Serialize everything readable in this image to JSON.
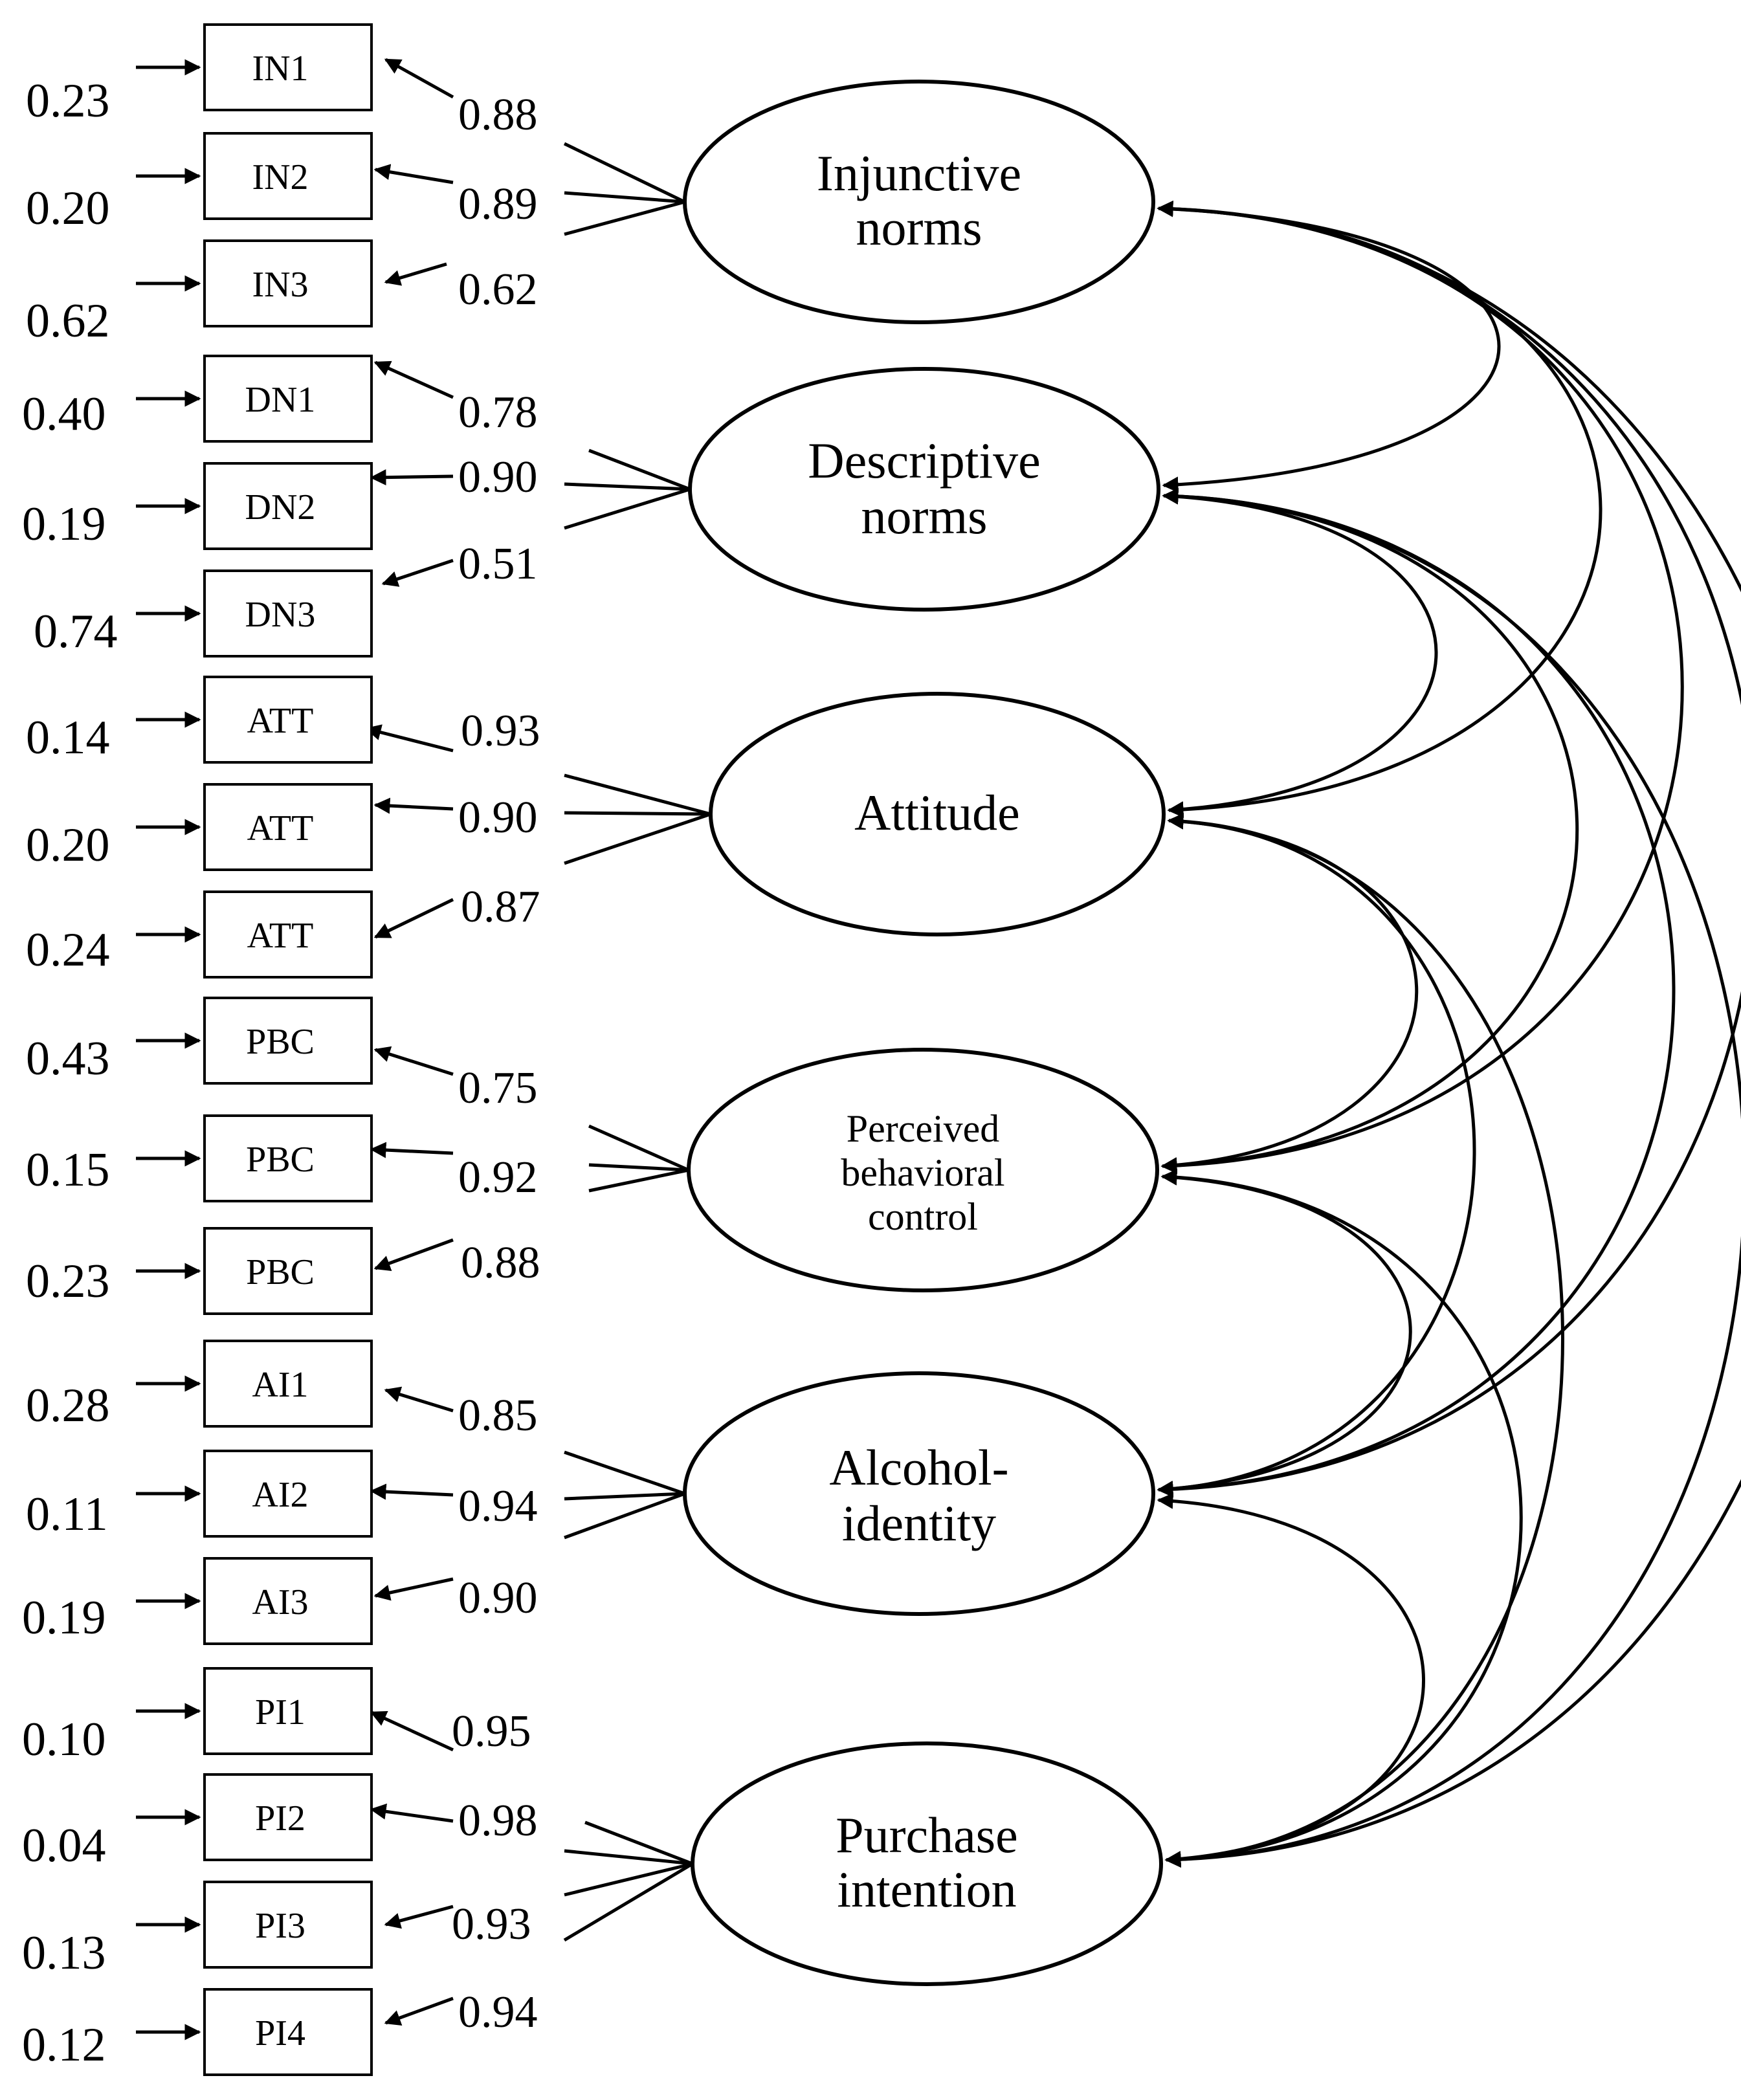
{
  "indicators": [
    {
      "label": "IN1",
      "error": "0.23",
      "loading": "0.88"
    },
    {
      "label": "IN2",
      "error": "0.20",
      "loading": "0.89"
    },
    {
      "label": "IN3",
      "error": "0.62",
      "loading": "0.62"
    },
    {
      "label": "DN1",
      "error": "0.40",
      "loading": "0.78"
    },
    {
      "label": "DN2",
      "error": "0.19",
      "loading": "0.90"
    },
    {
      "label": "DN3",
      "error": "0.74",
      "loading": "0.51"
    },
    {
      "label": "ATT",
      "error": "0.14",
      "loading": "0.93"
    },
    {
      "label": "ATT",
      "error": "0.20",
      "loading": "0.90"
    },
    {
      "label": "ATT",
      "error": "0.24",
      "loading": "0.87"
    },
    {
      "label": "PBC",
      "error": "0.43",
      "loading": "0.75"
    },
    {
      "label": "PBC",
      "error": "0.15",
      "loading": "0.92"
    },
    {
      "label": "PBC",
      "error": "0.23",
      "loading": "0.88"
    },
    {
      "label": "AI1",
      "error": "0.28",
      "loading": "0.85"
    },
    {
      "label": "AI2",
      "error": "0.11",
      "loading": "0.94"
    },
    {
      "label": "AI3",
      "error": "0.19",
      "loading": "0.90"
    },
    {
      "label": "PI1",
      "error": "0.10",
      "loading": "0.95"
    },
    {
      "label": "PI2",
      "error": "0.04",
      "loading": "0.98"
    },
    {
      "label": "PI3",
      "error": "0.13",
      "loading": "0.93"
    },
    {
      "label": "PI4",
      "error": "0.12",
      "loading": "0.94"
    }
  ],
  "latents": [
    {
      "lines": [
        "Injunctive",
        "norms"
      ]
    },
    {
      "lines": [
        "Descriptive",
        "norms"
      ]
    },
    {
      "lines": [
        "Attitude"
      ]
    },
    {
      "lines": [
        "Perceived",
        "behavioral",
        "control"
      ]
    },
    {
      "lines": [
        "Alcohol-",
        "identity"
      ]
    },
    {
      "lines": [
        "Purchase",
        "intention"
      ]
    }
  ]
}
